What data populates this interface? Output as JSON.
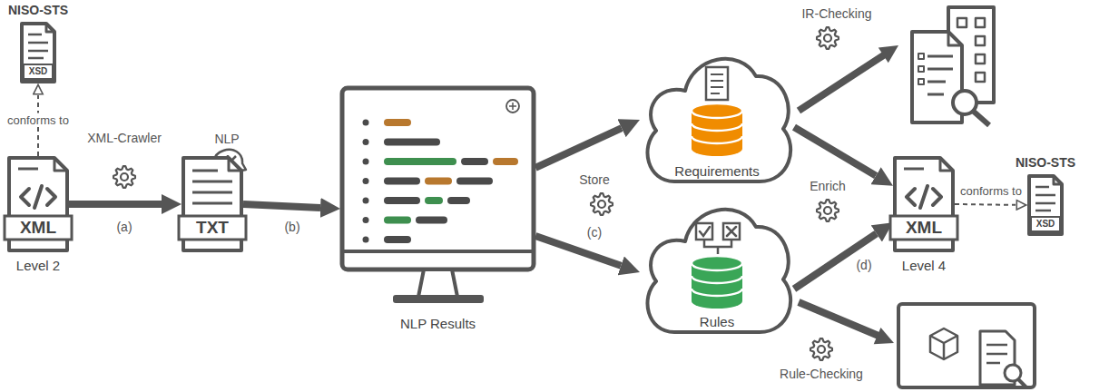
{
  "diagram": {
    "nodes": [
      {
        "text": [
          "NISO-STS",
          "XSD"
        ]
      },
      {
        "text": [
          "XML",
          "Level 2"
        ]
      },
      {
        "text": [
          "TXT"
        ]
      },
      {
        "text": [
          "NLP Results"
        ]
      },
      {
        "text": [
          "Requirements"
        ]
      },
      {
        "text": [
          "Rules"
        ]
      },
      {
        "text": [
          "XML",
          "Level 4"
        ]
      },
      {
        "text": [
          "NISO-STS",
          "XSD"
        ]
      }
    ],
    "edges": [
      {
        "from": 1,
        "to": 0,
        "arrow": "to",
        "label": "conforms to"
      },
      {
        "from": 1,
        "to": 2,
        "arrow": "to"
      },
      {
        "from": 2,
        "to": 3,
        "arrow": "to"
      },
      {
        "from": 3,
        "to": 4,
        "arrow": "to"
      },
      {
        "from": 3,
        "to": 5,
        "arrow": "to"
      },
      {
        "from": 4,
        "to": 6,
        "arrow": "to"
      },
      {
        "from": 5,
        "to": 6,
        "arrow": "to"
      },
      {
        "from": 6,
        "to": 7,
        "arrow": "to",
        "label": "conforms to"
      }
    ],
    "labels": [
      "XML-Crawler",
      "(a)",
      "NLP",
      "(b)",
      "Store",
      "(c)",
      "IR-Checking",
      "Enrich",
      "(d)",
      "Rule-Checking"
    ]
  }
}
